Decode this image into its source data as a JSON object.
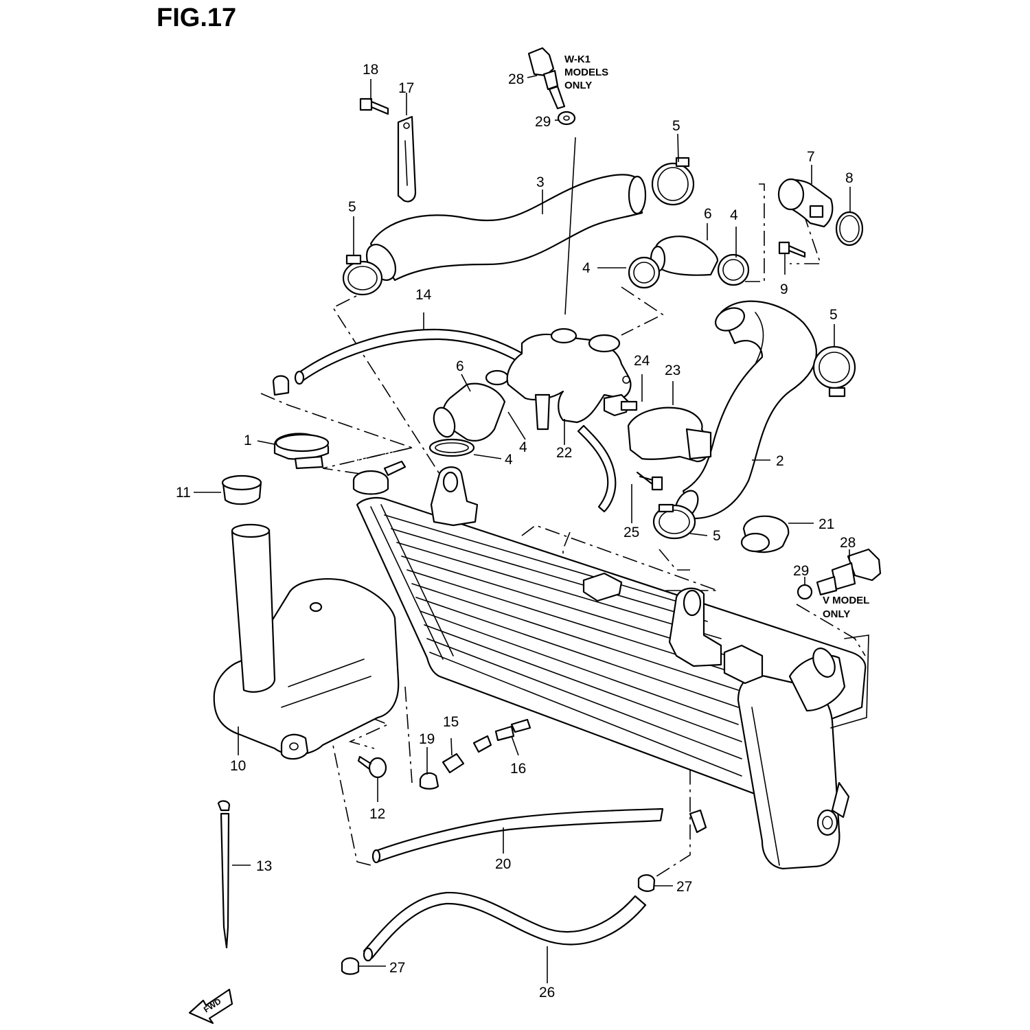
{
  "figure": {
    "title": "FIG.17"
  },
  "notes": {
    "wk1_line1": "W-K1",
    "wk1_line2": "MODELS",
    "wk1_line3": "ONLY",
    "v_line1": "V MODEL",
    "v_line2": "ONLY"
  },
  "fwd_label": "FWD",
  "callouts": {
    "c1": "1",
    "c2": "2",
    "c3": "3",
    "c4a": "4",
    "c4b": "4",
    "c4c": "4",
    "c4d": "4",
    "c5a": "5",
    "c5b": "5",
    "c5c": "5",
    "c5d": "5",
    "c6a": "6",
    "c6b": "6",
    "c7": "7",
    "c8": "8",
    "c9": "9",
    "c10": "10",
    "c11": "11",
    "c12": "12",
    "c13": "13",
    "c14": "14",
    "c15": "15",
    "c16": "16",
    "c17": "17",
    "c18": "18",
    "c19": "19",
    "c20": "20",
    "c21": "21",
    "c22": "22",
    "c23": "23",
    "c24": "24",
    "c25": "25",
    "c26": "26",
    "c27a": "27",
    "c27b": "27",
    "c28a": "28",
    "c28b": "28",
    "c29a": "29",
    "c29b": "29"
  }
}
